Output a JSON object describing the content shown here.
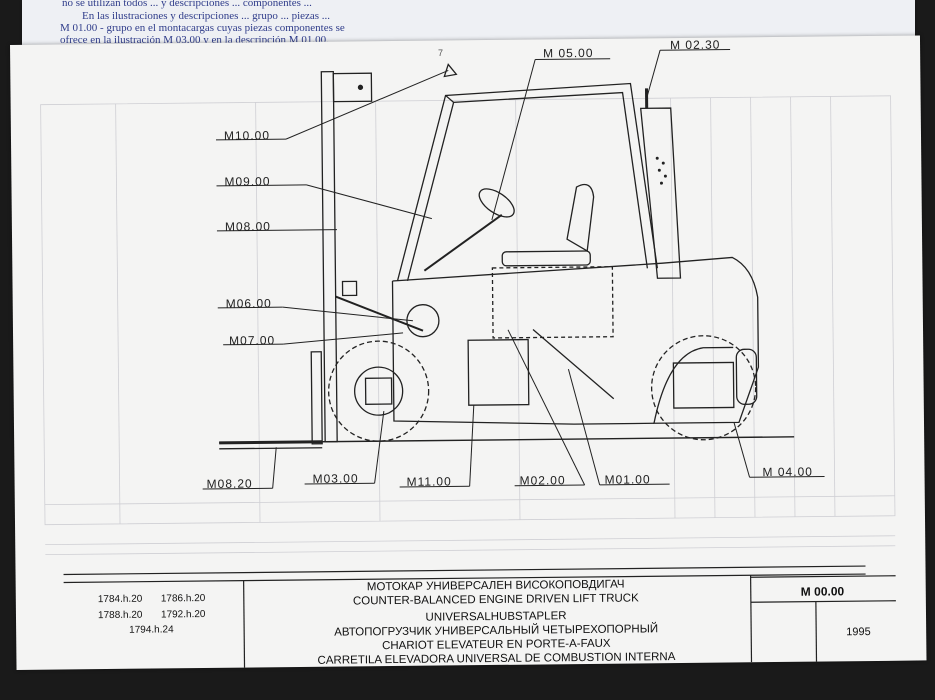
{
  "top_page": {
    "lines": [
      "ño se utilizan todos ... y descripciones ... componentes ...",
      "En las ilustraciones y descripciones ... grupo ... piezas ...",
      "M 01.00 - grupo en el montacargas cuyas piezas componentes se",
      "ofrece en la ilustración M 03.00 y en la descripción M 01.00."
    ],
    "page_number": "7"
  },
  "callouts": {
    "m1000": "M10.00",
    "m0900": "M09.00",
    "m0800": "M08.00",
    "m0600": "M06.00",
    "m0700": "M07.00",
    "m0820": "M08.20",
    "m0300": "M03.00",
    "m1100": "M11.00",
    "m0200": "M02.00",
    "m0100": "M01.00",
    "m0400": "M 04.00",
    "m0500": "M 05.00",
    "m0230": "M 02.30"
  },
  "title_block": {
    "models": [
      "1784.h.20",
      "1786.h.20",
      "1788.h.20",
      "1792.h.20",
      "1794.h.24"
    ],
    "titles": [
      "МОТОКАР УНИВЕРСАЛЕН ВИСОКОПОВДИГАЧ",
      "COUNTER-BALANCED ENGINE DRIVEN LIFT TRUCK",
      "UNIVERSALHUBSTAPLER",
      "АВТОПОГРУЗЧИК УНИВЕРСАЛЬНЫЙ ЧЕТЫРЕХОПОРНЫЙ",
      "CHARIOT ELEVATEUR EN PORTE-A-FAUX",
      "CARRETILA ELEVADORA UNIVERSAL DE COMBUSTION INTERNA"
    ],
    "drawing_number": "M 00.00",
    "year": "1995"
  },
  "colors": {
    "ink": "#222222",
    "paper": "#f4f4f3",
    "blue_text": "#2f3c8a"
  }
}
